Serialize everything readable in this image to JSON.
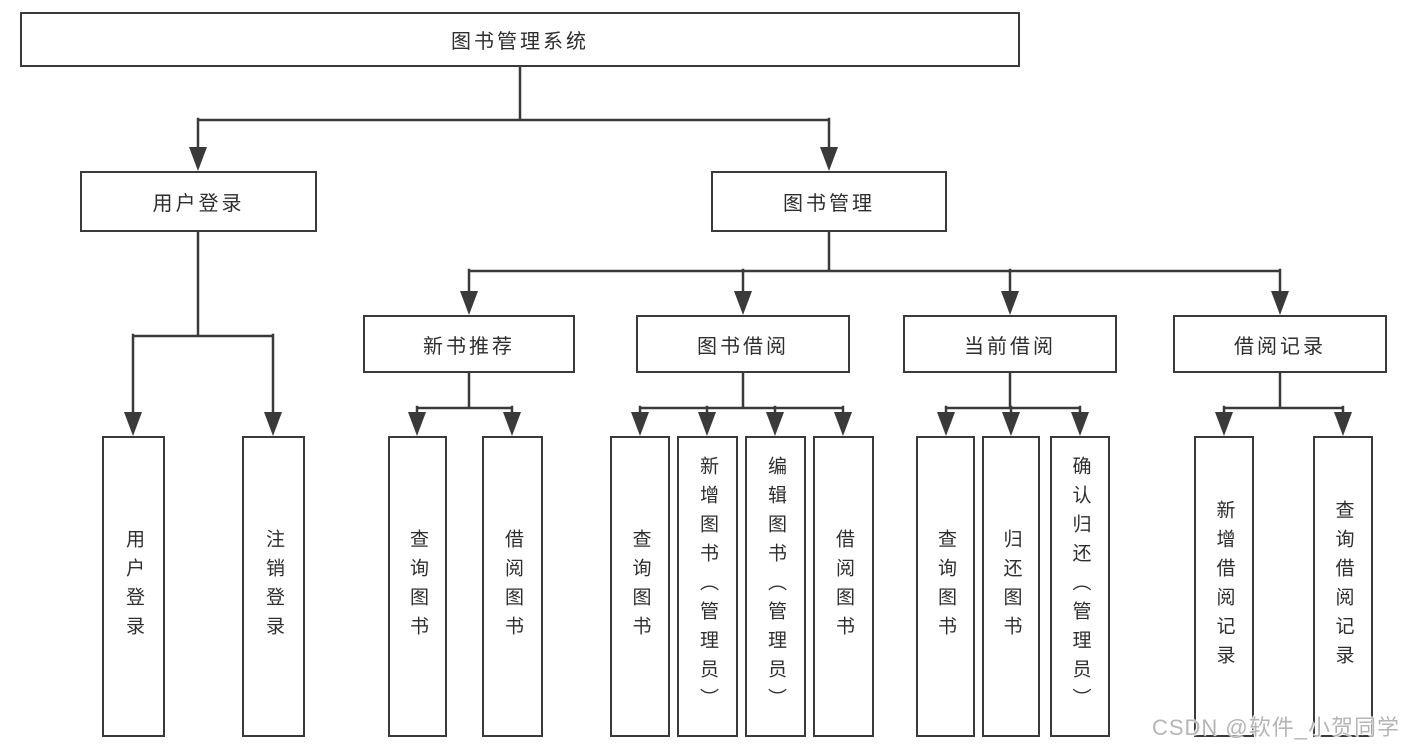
{
  "tree": {
    "label": "图书管理系统",
    "children": [
      {
        "label": "用户登录",
        "children": [
          {
            "label": "用户登录"
          },
          {
            "label": "注销登录"
          }
        ]
      },
      {
        "label": "图书管理",
        "children": [
          {
            "label": "新书推荐",
            "children": [
              {
                "label": "查询图书"
              },
              {
                "label": "借阅图书"
              }
            ]
          },
          {
            "label": "图书借阅",
            "children": [
              {
                "label": "查询图书"
              },
              {
                "label": "新增图书（管理员）"
              },
              {
                "label": "编辑图书（管理员）"
              },
              {
                "label": "借阅图书"
              }
            ]
          },
          {
            "label": "当前借阅",
            "children": [
              {
                "label": "查询图书"
              },
              {
                "label": "归还图书"
              },
              {
                "label": "确认归还（管理员）"
              }
            ]
          },
          {
            "label": "借阅记录",
            "children": [
              {
                "label": "新增借阅记录"
              },
              {
                "label": "查询借阅记录"
              }
            ]
          }
        ]
      }
    ]
  },
  "watermark": "CSDN @软件_小贺同学",
  "colors": {
    "line": "#3a3a3a",
    "text": "#2e2e2e",
    "watermark": "#b5b5b5",
    "background": "#ffffff"
  }
}
